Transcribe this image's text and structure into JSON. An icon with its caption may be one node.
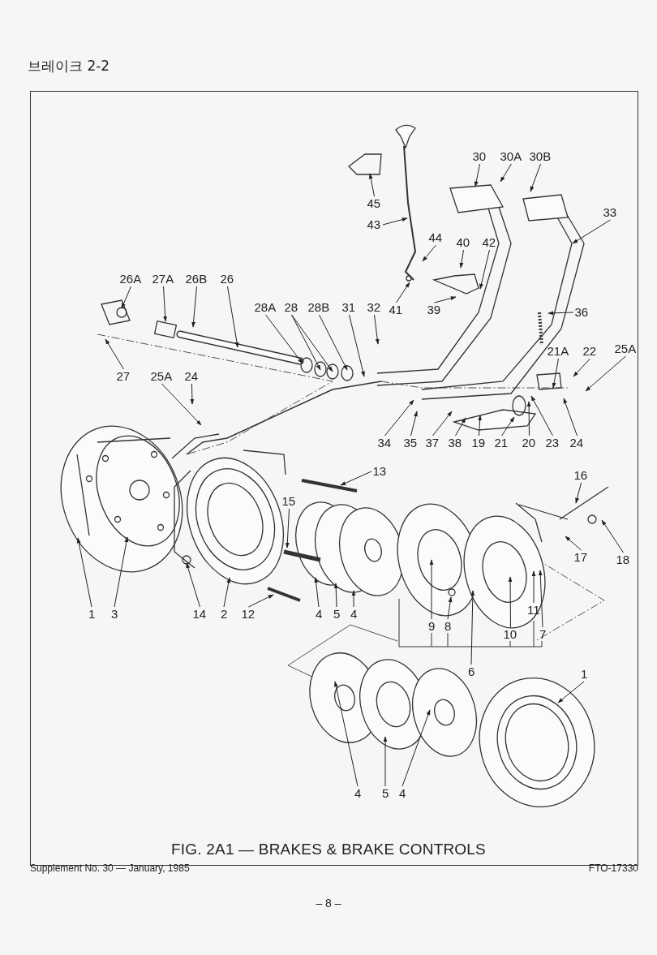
{
  "diagram": {
    "title": "브레이크 2-2",
    "caption": "FIG. 2A1 — BRAKES & BRAKE CONTROLS",
    "nodes": [
      {
        "text": [
          "45"
        ]
      },
      {
        "text": [
          "43"
        ]
      },
      {
        "text": [
          "30"
        ]
      },
      {
        "text": [
          "30A"
        ]
      },
      {
        "text": [
          "30B"
        ]
      },
      {
        "text": [
          "33"
        ]
      },
      {
        "text": [
          "44"
        ]
      },
      {
        "text": [
          "40"
        ]
      },
      {
        "text": [
          "42"
        ]
      },
      {
        "text": [
          "26A"
        ]
      },
      {
        "text": [
          "27A"
        ]
      },
      {
        "text": [
          "26B"
        ]
      },
      {
        "text": [
          "26"
        ]
      },
      {
        "text": [
          "28A"
        ]
      },
      {
        "text": [
          "28"
        ]
      },
      {
        "text": [
          "28B"
        ]
      },
      {
        "text": [
          "31"
        ]
      },
      {
        "text": [
          "32"
        ]
      },
      {
        "text": [
          "41"
        ]
      },
      {
        "text": [
          "39"
        ]
      },
      {
        "text": [
          "36"
        ]
      },
      {
        "text": [
          "27"
        ]
      },
      {
        "text": [
          "25A"
        ]
      },
      {
        "text": [
          "24"
        ]
      },
      {
        "text": [
          "21A"
        ]
      },
      {
        "text": [
          "22"
        ]
      },
      {
        "text": [
          "25A"
        ]
      },
      {
        "text": [
          "34"
        ]
      },
      {
        "text": [
          "35"
        ]
      },
      {
        "text": [
          "37"
        ]
      },
      {
        "text": [
          "38"
        ]
      },
      {
        "text": [
          "19"
        ]
      },
      {
        "text": [
          "21"
        ]
      },
      {
        "text": [
          "20"
        ]
      },
      {
        "text": [
          "23"
        ]
      },
      {
        "text": [
          "24"
        ]
      },
      {
        "text": [
          "13"
        ]
      },
      {
        "text": [
          "16"
        ]
      },
      {
        "text": [
          "15"
        ]
      },
      {
        "text": [
          "17"
        ]
      },
      {
        "text": [
          "18"
        ]
      },
      {
        "text": [
          "1"
        ]
      },
      {
        "text": [
          "3"
        ]
      },
      {
        "text": [
          "14"
        ]
      },
      {
        "text": [
          "2"
        ]
      },
      {
        "text": [
          "12"
        ]
      },
      {
        "text": [
          "4"
        ]
      },
      {
        "text": [
          "5"
        ]
      },
      {
        "text": [
          "4"
        ]
      },
      {
        "text": [
          "11"
        ]
      },
      {
        "text": [
          "9"
        ]
      },
      {
        "text": [
          "8"
        ]
      },
      {
        "text": [
          "10"
        ]
      },
      {
        "text": [
          "7"
        ]
      },
      {
        "text": [
          "6"
        ]
      },
      {
        "text": [
          "1"
        ]
      },
      {
        "text": [
          "4"
        ]
      },
      {
        "text": [
          "5"
        ]
      },
      {
        "text": [
          "4"
        ]
      }
    ],
    "edges": [
      {
        "from": 0,
        "to": null,
        "arrow": "to"
      },
      {
        "from": 1,
        "to": null,
        "arrow": "to"
      },
      {
        "from": 2,
        "to": null,
        "arrow": "to"
      },
      {
        "from": 3,
        "to": null,
        "arrow": "to"
      },
      {
        "from": 4,
        "to": null,
        "arrow": "to"
      },
      {
        "from": 5,
        "to": null,
        "arrow": "to"
      },
      {
        "from": 6,
        "to": null,
        "arrow": "to"
      },
      {
        "from": 7,
        "to": null,
        "arrow": "to"
      },
      {
        "from": 8,
        "to": null,
        "arrow": "to"
      },
      {
        "from": 9,
        "to": null,
        "arrow": "to"
      },
      {
        "from": 10,
        "to": null,
        "arrow": "to"
      },
      {
        "from": 11,
        "to": null,
        "arrow": "to"
      },
      {
        "from": 12,
        "to": null,
        "arrow": "to"
      },
      {
        "from": 13,
        "to": null,
        "arrow": "to"
      },
      {
        "from": 14,
        "to": null,
        "arrow": "to"
      },
      {
        "from": 14,
        "to": null,
        "arrow": "to"
      },
      {
        "from": 15,
        "to": null,
        "arrow": "to"
      },
      {
        "from": 16,
        "to": null,
        "arrow": "to"
      },
      {
        "from": 17,
        "to": null,
        "arrow": "to"
      },
      {
        "from": 18,
        "to": null,
        "arrow": "to"
      },
      {
        "from": 19,
        "to": null,
        "arrow": "to"
      },
      {
        "from": 20,
        "to": null,
        "arrow": "to"
      },
      {
        "from": 21,
        "to": null,
        "arrow": "to"
      },
      {
        "from": 22,
        "to": null,
        "arrow": "to"
      },
      {
        "from": 23,
        "to": null,
        "arrow": "to"
      },
      {
        "from": 24,
        "to": null,
        "arrow": "to"
      },
      {
        "from": 25,
        "to": null,
        "arrow": "to"
      },
      {
        "from": 26,
        "to": null,
        "arrow": "to"
      },
      {
        "from": 27,
        "to": null,
        "arrow": "to"
      },
      {
        "from": 28,
        "to": null,
        "arrow": "to"
      },
      {
        "from": 29,
        "to": null,
        "arrow": "to"
      },
      {
        "from": 30,
        "to": null,
        "arrow": "to"
      },
      {
        "from": 31,
        "to": null,
        "arrow": "to"
      },
      {
        "from": 32,
        "to": null,
        "arrow": "to"
      },
      {
        "from": 33,
        "to": null,
        "arrow": "to"
      },
      {
        "from": 34,
        "to": null,
        "arrow": "to"
      },
      {
        "from": 35,
        "to": null,
        "arrow": "to"
      },
      {
        "from": 36,
        "to": null,
        "arrow": "to"
      },
      {
        "from": 37,
        "to": null,
        "arrow": "to"
      },
      {
        "from": 38,
        "to": null,
        "arrow": "to"
      },
      {
        "from": 39,
        "to": null,
        "arrow": "to"
      },
      {
        "from": 40,
        "to": null,
        "arrow": "to"
      },
      {
        "from": 41,
        "to": null,
        "arrow": "to"
      },
      {
        "from": 42,
        "to": null,
        "arrow": "to"
      },
      {
        "from": 43,
        "to": null,
        "arrow": "to"
      },
      {
        "from": 44,
        "to": null,
        "arrow": "to"
      },
      {
        "from": 45,
        "to": null,
        "arrow": "to"
      },
      {
        "from": 46,
        "to": null,
        "arrow": "to"
      },
      {
        "from": 47,
        "to": null,
        "arrow": "to"
      },
      {
        "from": 48,
        "to": null,
        "arrow": "to"
      },
      {
        "from": 49,
        "to": null,
        "arrow": "to"
      },
      {
        "from": 50,
        "to": null,
        "arrow": "to"
      },
      {
        "from": 51,
        "to": null,
        "arrow": "to"
      },
      {
        "from": 52,
        "to": null,
        "arrow": "to"
      },
      {
        "from": 53,
        "to": null,
        "arrow": "to"
      },
      {
        "from": 54,
        "to": null,
        "arrow": "to"
      },
      {
        "from": 55,
        "to": null,
        "arrow": "to"
      },
      {
        "from": 56,
        "to": null,
        "arrow": "to"
      },
      {
        "from": 57,
        "to": null,
        "arrow": "to"
      },
      {
        "from": 58,
        "to": null,
        "arrow": "to"
      }
    ],
    "labels": [
      "Supplement No. 30 — January, 1985",
      "FTO-17330",
      "– 8 –"
    ]
  }
}
